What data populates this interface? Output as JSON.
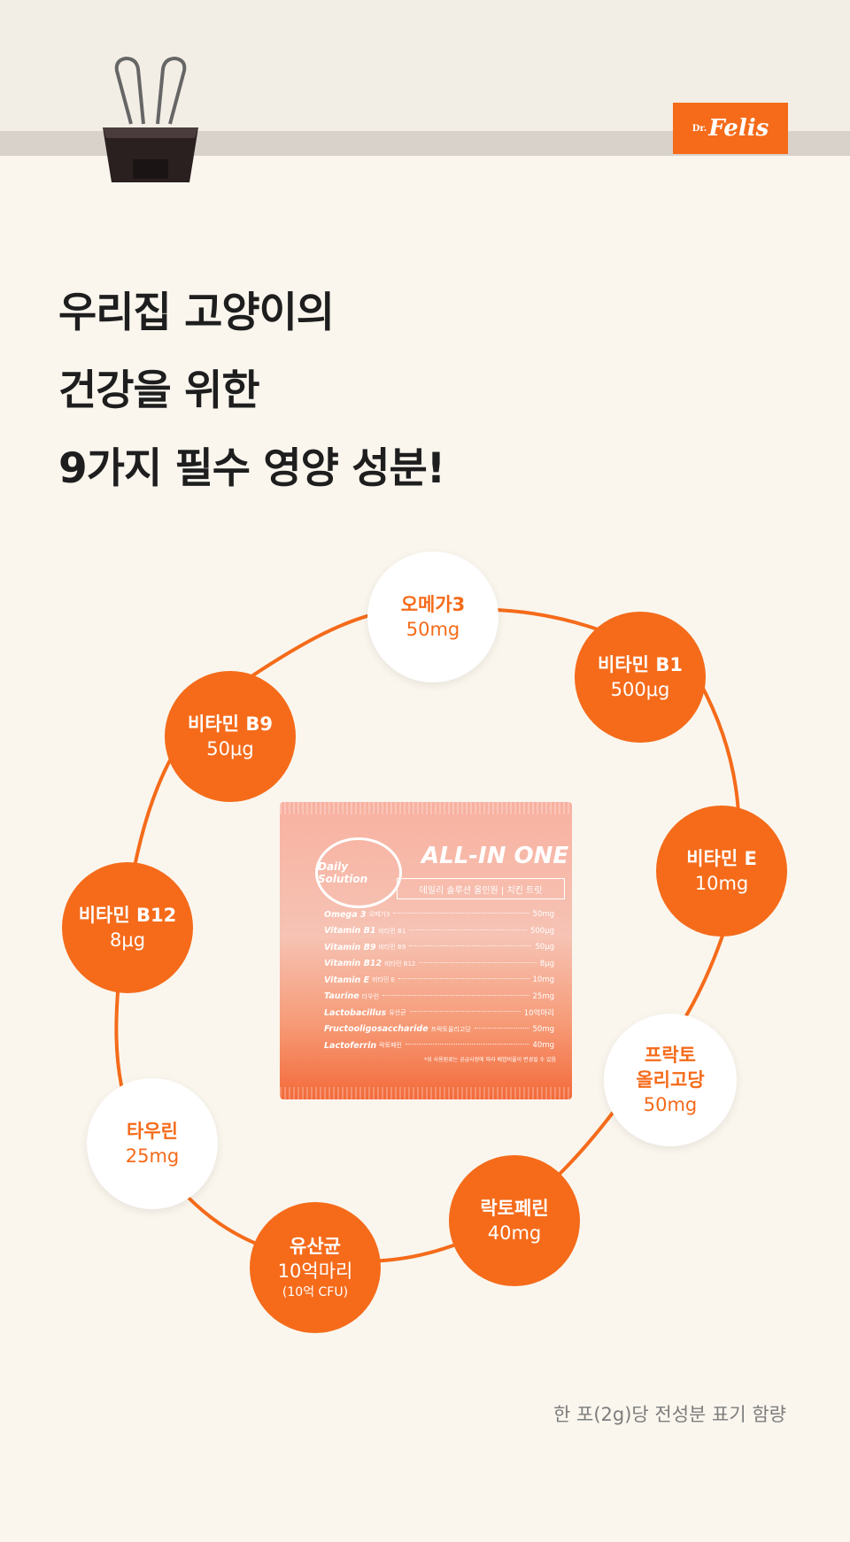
{
  "brand": {
    "logo_text": "Felis",
    "logo_prefix": "Dr."
  },
  "headline": {
    "line1": "우리집 고양이의",
    "line2": "건강을 위한",
    "line3": "9가지 필수 영양 성분!"
  },
  "nutrients": [
    {
      "name": "오메가3",
      "amount": "50mg",
      "style": "white"
    },
    {
      "name": "비타민 B1",
      "amount": "500μg",
      "style": "orange"
    },
    {
      "name": "비타민 E",
      "amount": "10mg",
      "style": "orange"
    },
    {
      "name": "프락토\n올리고당",
      "name_line1": "프락토",
      "name_line2": "올리고당",
      "amount": "50mg",
      "style": "white"
    },
    {
      "name": "락토페린",
      "amount": "40mg",
      "style": "orange"
    },
    {
      "name": "유산균",
      "amount": "10억마리",
      "sub": "(10억 CFU)",
      "style": "orange"
    },
    {
      "name": "타우린",
      "amount": "25mg",
      "style": "white"
    },
    {
      "name": "비타민 B12",
      "amount": "8μg",
      "style": "orange"
    },
    {
      "name": "비타민 B9",
      "amount": "50μg",
      "style": "orange"
    }
  ],
  "pouch": {
    "badge": "Daily Solution",
    "title": "ALL-IN ONE",
    "subtitle": "데일리 솔루션 올인원 | 치킨 트릿",
    "rows": [
      {
        "en": "Omega 3",
        "ko": "오메가3",
        "val": "50mg"
      },
      {
        "en": "Vitamin B1",
        "ko": "비타민 B1",
        "val": "500μg"
      },
      {
        "en": "Vitamin B9",
        "ko": "비타민 B9",
        "val": "50μg"
      },
      {
        "en": "Vitamin B12",
        "ko": "비타민 B12",
        "val": "8μg"
      },
      {
        "en": "Vitamin E",
        "ko": "비타민 E",
        "val": "10mg"
      },
      {
        "en": "Taurine",
        "ko": "타우린",
        "val": "25mg"
      },
      {
        "en": "Lactobacillus",
        "ko": "유산균",
        "val": "10억마리"
      },
      {
        "en": "Fructooligosaccharide",
        "ko": "프락토올리고당",
        "val": "50mg"
      },
      {
        "en": "Lactoferrin",
        "ko": "락토페린",
        "val": "40mg"
      }
    ],
    "note": "*위 사용원료는 공급사정에 따라 배합비율이 변경될 수 있음"
  },
  "footnote": "한 포(2g)당 전성분 표기 함량",
  "colors": {
    "accent": "#f56b1a",
    "background": "#faf6ee"
  }
}
